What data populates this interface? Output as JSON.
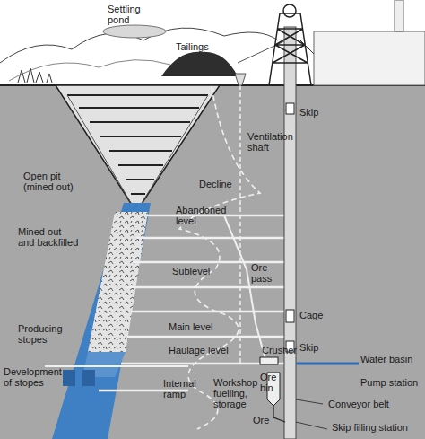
{
  "diagram": {
    "labels": [
      "Settling pond",
      "Tailings",
      "Skip",
      "Ventilation shaft",
      "Open pit (mined out)",
      "Decline",
      "Mined out and backfilled",
      "Abandoned level",
      "Sublevel",
      "Ore pass",
      "Cage",
      "Producing stopes",
      "Main level",
      "Crusher",
      "Haulage level",
      "Skip",
      "Water basin",
      "Pump station",
      "Development of stopes",
      "Internal ramp",
      "Workshop fuelling, storage",
      "Ore bin",
      "Conveyor belt",
      "Ore",
      "Skip filling station"
    ]
  }
}
